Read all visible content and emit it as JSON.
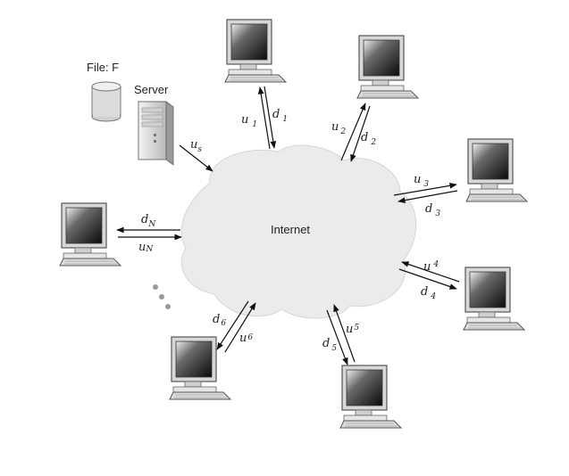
{
  "file_label": "File: F",
  "server_label": "Server",
  "cloud_label": "Internet",
  "server_link": {
    "up_var": "u",
    "up_sub": "s"
  },
  "peer_links": [
    {
      "name": "peer-1",
      "up_var": "u",
      "up_sub": "1",
      "down_var": "d",
      "down_sub": "1"
    },
    {
      "name": "peer-2",
      "up_var": "u",
      "up_sub": "2",
      "down_var": "d",
      "down_sub": "2"
    },
    {
      "name": "peer-3",
      "up_var": "u",
      "up_sub": "3",
      "down_var": "d",
      "down_sub": "3"
    },
    {
      "name": "peer-4",
      "up_var": "u",
      "up_sub": "4",
      "down_var": "d",
      "down_sub": "4"
    },
    {
      "name": "peer-5",
      "up_var": "u",
      "up_sub": "5",
      "down_var": "d",
      "down_sub": "5"
    },
    {
      "name": "peer-6",
      "up_var": "u",
      "up_sub": "6",
      "down_var": "d",
      "down_sub": "6"
    },
    {
      "name": "peer-N",
      "up_var": "u",
      "up_sub": "N",
      "down_var": "d",
      "down_sub": "N"
    }
  ]
}
